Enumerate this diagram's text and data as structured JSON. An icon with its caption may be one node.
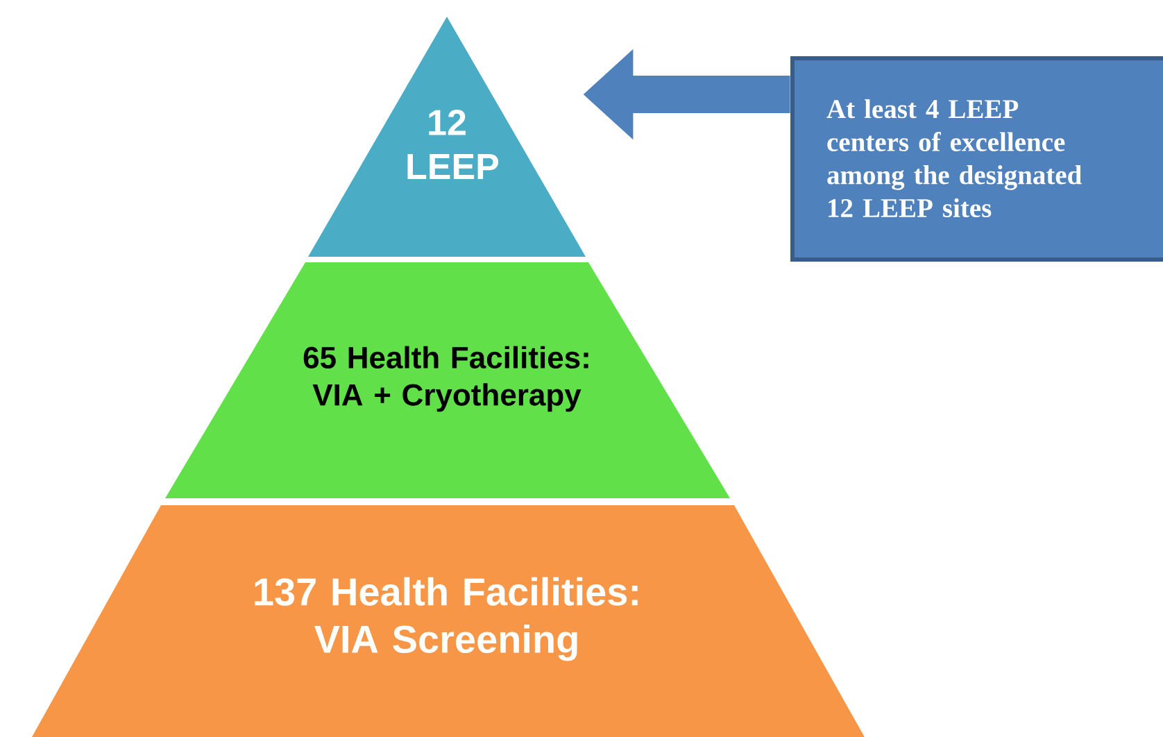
{
  "diagram": {
    "nodes": [
      {
        "text": [
          "12 LEEP"
        ]
      },
      {
        "text": [
          "65 Health Facilities: VIA + Cryotherapy"
        ]
      },
      {
        "text": [
          "137 Health Facilities: VIA Screening"
        ]
      },
      {
        "text": [
          "At least 4 LEEP centers of excellence among the designated 12 LEEP sites"
        ]
      }
    ],
    "edges": [
      {
        "from": 3,
        "to": 0,
        "arrow": "to"
      }
    ]
  }
}
